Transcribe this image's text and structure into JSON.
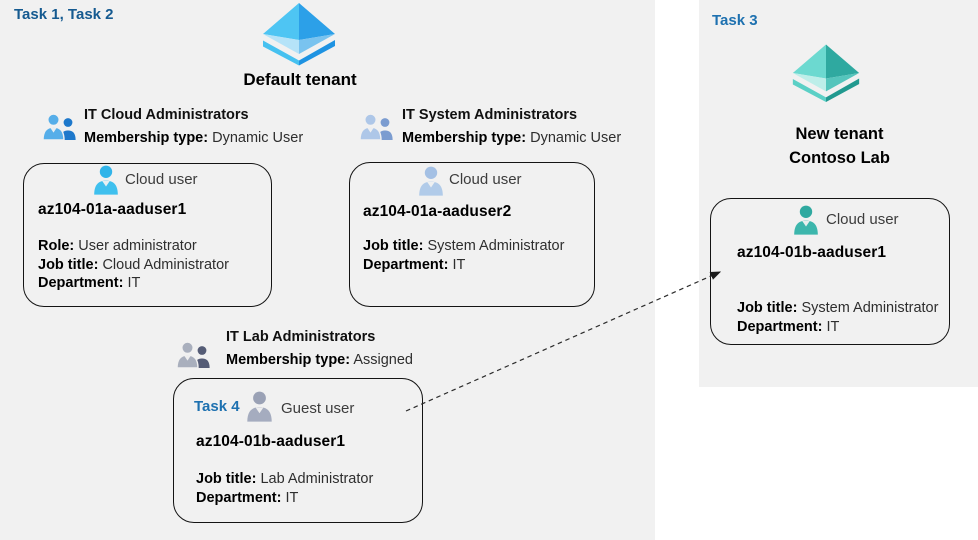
{
  "colors": {
    "panel_bg": "#f1f1f1",
    "task_label_primary": "#155a90",
    "task_label_secondary": "#1e71b0",
    "azure_icon_light": "#4ec5f3",
    "azure_icon_dark": "#2ca0e8",
    "teal_icon_light": "#6cd9d0",
    "teal_icon_dark": "#2fa9a0",
    "card_border": "#141414"
  },
  "icons": {
    "default_tenant": "azure-ad-diamond-icon",
    "new_tenant": "azure-ad-diamond-teal-icon",
    "group": "two-people-icon",
    "cloud_user": "person-icon",
    "guest_user": "person-gray-icon",
    "invite_arrow": "dashed-arrow"
  },
  "default_tenant": {
    "task_label": "Task 1, Task 2",
    "title": "Default tenant",
    "groups": [
      {
        "name": "IT Cloud Administrators",
        "membership_label": "Membership type:",
        "membership": "Dynamic User"
      },
      {
        "name": "IT System Administrators",
        "membership_label": "Membership type:",
        "membership": "Dynamic User"
      },
      {
        "name": "IT Lab Administrators",
        "membership_label": "Membership type:",
        "membership": "Assigned"
      }
    ],
    "users": [
      {
        "kind": "Cloud user",
        "name": "az104-01a-aaduser1",
        "fields": [
          {
            "label": "Role:",
            "value": "User administrator"
          },
          {
            "label": "Job title:",
            "value": "Cloud Administrator"
          },
          {
            "label": "Department:",
            "value": "IT"
          }
        ]
      },
      {
        "kind": "Cloud user",
        "name": "az104-01a-aaduser2",
        "fields": [
          {
            "label": "Job title:",
            "value": "System Administrator"
          },
          {
            "label": "Department:",
            "value": "IT"
          }
        ]
      },
      {
        "task_label": "Task 4",
        "kind": "Guest user",
        "name": "az104-01b-aaduser1",
        "fields": [
          {
            "label": "Job title:",
            "value": "Lab Administrator"
          },
          {
            "label": "Department:",
            "value": "IT"
          }
        ]
      }
    ]
  },
  "new_tenant": {
    "task_label": "Task 3",
    "title_line1": "New tenant",
    "title_line2": "Contoso Lab",
    "user": {
      "kind": "Cloud user",
      "name": "az104-01b-aaduser1",
      "fields": [
        {
          "label": "Job title:",
          "value": "System Administrator"
        },
        {
          "label": "Department:",
          "value": "IT"
        }
      ]
    }
  }
}
